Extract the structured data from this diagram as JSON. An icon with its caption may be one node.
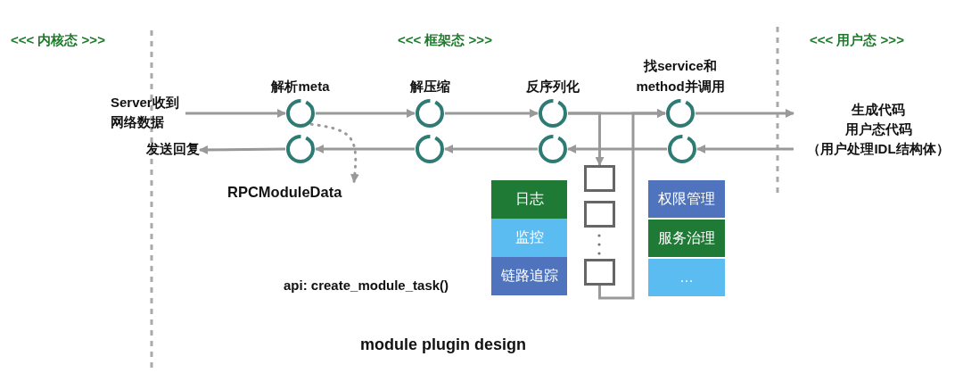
{
  "diagram": {
    "caption": "module plugin design",
    "nodes": [
      {
        "text": [
          "Server收到网络数据"
        ]
      },
      {
        "text": [
          "发送回复"
        ]
      },
      {
        "text": [
          "解析meta"
        ]
      },
      {
        "text": [],
        "shape": "circle"
      },
      {
        "text": [
          "解压缩"
        ]
      },
      {
        "text": [],
        "shape": "circle"
      },
      {
        "text": [
          "反序列化"
        ]
      },
      {
        "text": [],
        "shape": "circle"
      },
      {
        "text": [
          "找service和method并调用"
        ]
      },
      {
        "text": [],
        "shape": "circle"
      },
      {
        "text": [
          "生成代码",
          "用户态代码",
          "（用户处理IDL结构体）"
        ]
      },
      {
        "text": [
          "RPCModuleData"
        ]
      },
      {
        "text": [
          "日志"
        ]
      },
      {
        "text": [
          "监控"
        ]
      },
      {
        "text": [
          "链路追踪"
        ]
      },
      {
        "text": [],
        "shape": "box"
      },
      {
        "text": [],
        "shape": "box"
      },
      {
        "text": [],
        "shape": "box"
      },
      {
        "text": [
          "权限管理"
        ]
      },
      {
        "text": [
          "服务治理"
        ]
      },
      {
        "text": [
          "…"
        ]
      }
    ],
    "edges": [
      {
        "from": 0,
        "to": 2,
        "arrow": "to"
      },
      {
        "from": 2,
        "to": 4,
        "arrow": "to"
      },
      {
        "from": 4,
        "to": 6,
        "arrow": "to"
      },
      {
        "from": 6,
        "to": 8,
        "arrow": "to"
      },
      {
        "from": 8,
        "to": 10,
        "arrow": "to"
      },
      {
        "from": 10,
        "to": 9,
        "arrow": "to"
      },
      {
        "from": 9,
        "to": 7,
        "arrow": "to"
      },
      {
        "from": 7,
        "to": 5,
        "arrow": "to"
      },
      {
        "from": 5,
        "to": 3,
        "arrow": "to"
      },
      {
        "from": 3,
        "to": 1,
        "arrow": "to"
      },
      {
        "from": 2,
        "to": 11,
        "arrow": "to",
        "style": "dashed"
      },
      {
        "from": 6,
        "to": 15,
        "arrow": "to"
      },
      {
        "from": 17,
        "to": 8,
        "arrow": "to"
      }
    ],
    "labels": [
      "<<< 内核态 >>>",
      "<<< 框架态 >>>",
      "<<< 用户态 >>>",
      "api: create_module_task()"
    ]
  }
}
